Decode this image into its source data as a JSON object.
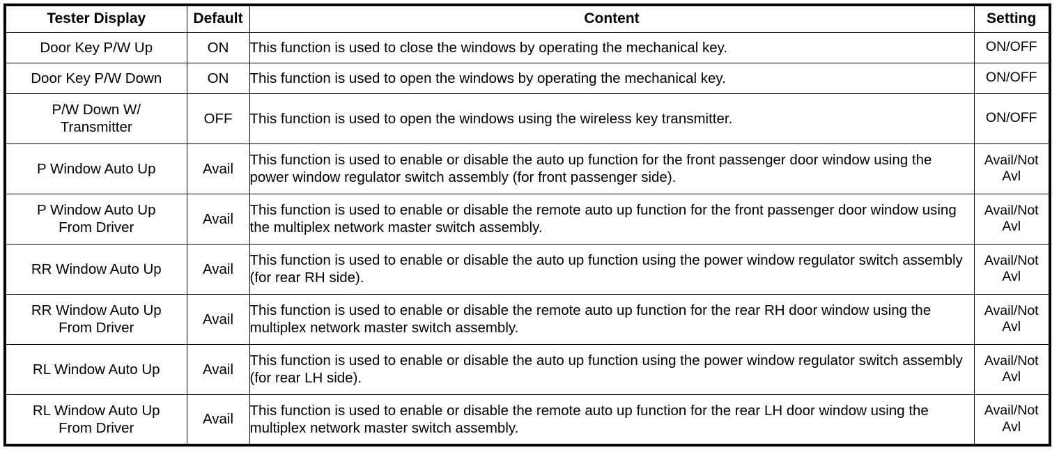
{
  "table": {
    "headers": {
      "tester_display": "Tester Display",
      "default": "Default",
      "content": "Content",
      "setting": "Setting"
    },
    "rows": [
      {
        "tester_display": "Door Key P/W Up",
        "default": "ON",
        "content": "This function is used to close the windows by operating the mechanical key.",
        "setting": "ON/OFF"
      },
      {
        "tester_display": "Door Key P/W Down",
        "default": "ON",
        "content": "This function is used to open the windows by operating the mechanical key.",
        "setting": "ON/OFF"
      },
      {
        "tester_display_line1": "P/W Down W/",
        "tester_display_line2": "Transmitter",
        "default": "OFF",
        "content": "This function is used to open the windows using the wireless key transmitter.",
        "setting": "ON/OFF"
      },
      {
        "tester_display": "P Window Auto Up",
        "default": "Avail",
        "content": "This function is used to enable or disable the auto up function for the front passenger door window using the power window regulator switch assembly (for front passenger side).",
        "setting_line1": "Avail/Not",
        "setting_line2": "Avl"
      },
      {
        "tester_display_line1": "P Window Auto Up",
        "tester_display_line2": "From Driver",
        "default": "Avail",
        "content": "This function is used to enable or disable the remote auto up function for the front passenger door window using the multiplex network master switch assembly.",
        "setting_line1": "Avail/Not",
        "setting_line2": "Avl"
      },
      {
        "tester_display": "RR Window Auto Up",
        "default": "Avail",
        "content": "This function is used to enable or disable the auto up function using the power window regulator switch assembly (for rear RH side).",
        "setting_line1": "Avail/Not",
        "setting_line2": "Avl"
      },
      {
        "tester_display_line1": "RR Window Auto Up",
        "tester_display_line2": "From Driver",
        "default": "Avail",
        "content": "This function is used to enable or disable the remote auto up function for the rear RH door window using the multiplex network master switch assembly.",
        "setting_line1": "Avail/Not",
        "setting_line2": "Avl"
      },
      {
        "tester_display": "RL Window Auto Up",
        "default": "Avail",
        "content": "This function is used to enable or disable the auto up function using the power window regulator switch assembly (for rear LH side).",
        "setting_line1": "Avail/Not",
        "setting_line2": "Avl"
      },
      {
        "tester_display_line1": "RL Window Auto Up",
        "tester_display_line2": "From Driver",
        "default": "Avail",
        "content": "This function is used to enable or disable the remote auto up function for the rear LH door window using the multiplex network master switch assembly.",
        "setting_line1": "Avail/Not",
        "setting_line2": "Avl"
      }
    ]
  },
  "colors": {
    "border": "#000000",
    "text": "#000000",
    "background": "#ffffff"
  }
}
